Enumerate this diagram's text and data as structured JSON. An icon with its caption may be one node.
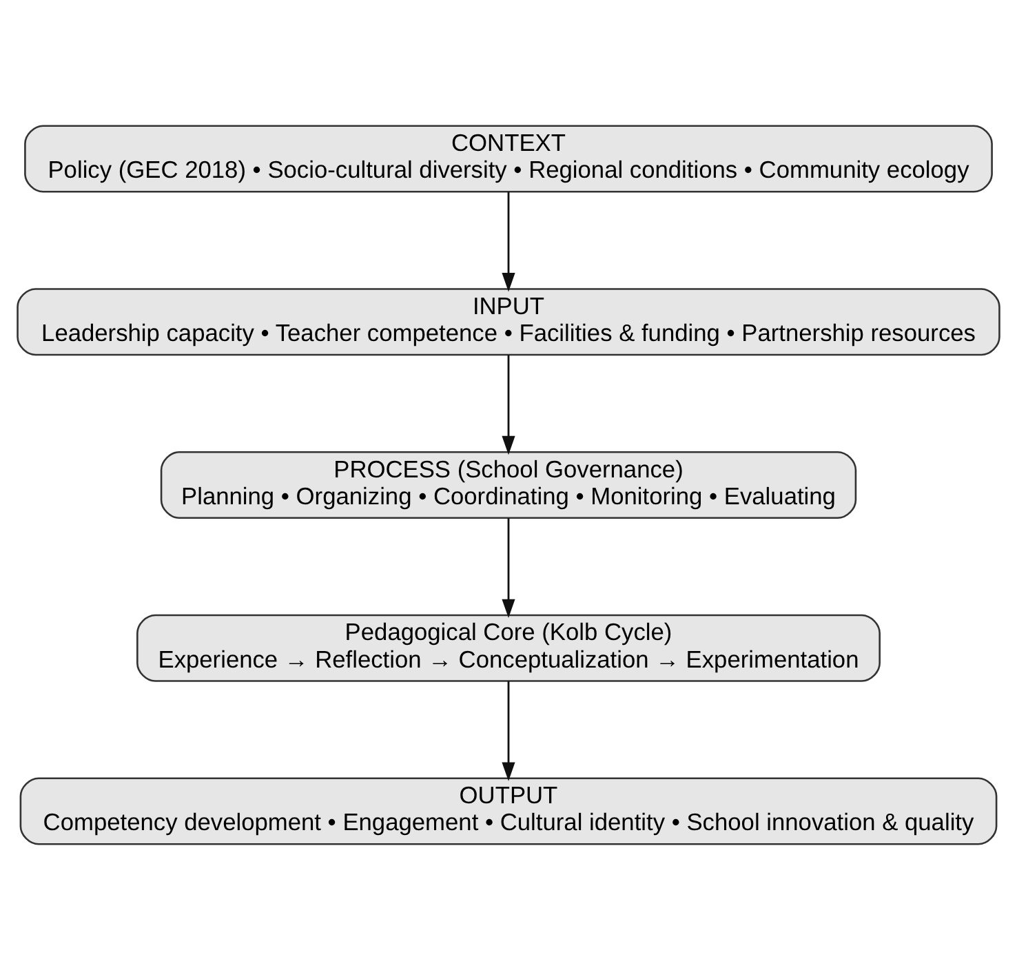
{
  "diagram": {
    "nodes": [
      {
        "text": [
          "CONTEXT",
          "Policy (GEC 2018) • Socio-cultural diversity • Regional conditions • Community ecology"
        ]
      },
      {
        "text": [
          "INPUT",
          "Leadership capacity • Teacher competence • Facilities & funding • Partnership resources"
        ]
      },
      {
        "text": [
          "PROCESS (School Governance)",
          "Planning • Organizing • Coordinating • Monitoring • Evaluating"
        ]
      },
      {
        "text": [
          "Pedagogical Core (Kolb Cycle)",
          "Experience → Reflection → Conceptualization → Experimentation"
        ]
      },
      {
        "text": [
          "OUTPUT",
          "Competency development • Engagement • Cultural identity • School innovation & quality"
        ]
      }
    ],
    "edges": [
      {
        "from": 0,
        "to": 1,
        "arrow": "to"
      },
      {
        "from": 1,
        "to": 2,
        "arrow": "to"
      },
      {
        "from": 2,
        "to": 3,
        "arrow": "to"
      },
      {
        "from": 3,
        "to": 4,
        "arrow": "to"
      }
    ]
  }
}
